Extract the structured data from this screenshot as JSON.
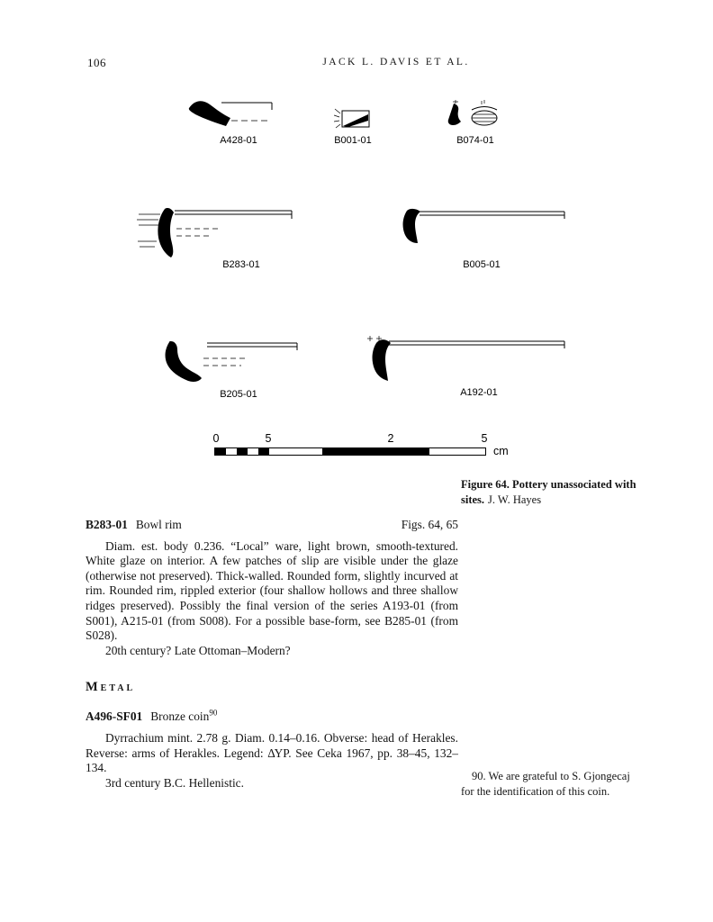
{
  "page": {
    "number": "106",
    "running_head": "JACK L. DAVIS ET AL."
  },
  "figure": {
    "sherds": [
      {
        "id": "A428-01"
      },
      {
        "id": "B001-01"
      },
      {
        "id": "B074-01"
      },
      {
        "id": "B283-01"
      },
      {
        "id": "B005-01"
      },
      {
        "id": "B205-01"
      },
      {
        "id": "A192-01"
      }
    ],
    "scale": {
      "ticks": [
        "0",
        "5",
        "2",
        "5"
      ],
      "unit": "cm"
    },
    "caption_bold": "Figure 64. Pottery unassociated with sites.",
    "caption_credit": "J. W. Hayes"
  },
  "entry1": {
    "id": "B283-01",
    "title": "Bowl rim",
    "figs": "Figs. 64, 65",
    "para1": "Diam. est. body 0.236. “Local” ware, light brown, smooth-textured. White glaze on interior. A few patches of slip are visible under the glaze (otherwise not preserved). Thick-walled. Rounded form, slightly incurved at rim. Rounded rim, rippled exterior (four shallow hollows and three shallow ridges preserved). Possibly the final version of the series A193-01 (from S001), A215-01 (from S008). For a possible base-form, see B285-01 (from S028).",
    "para2": "20th century? Late Ottoman–Modern?"
  },
  "section_heading": "Metal",
  "entry2": {
    "id": "A496-SF01",
    "title": "Bronze coin",
    "footnote_ref": "90",
    "para1": "Dyrrachium mint. 2.78 g. Diam. 0.14–0.16. Obverse: head of Herakles. Reverse: arms of Herakles. Legend: ΔΥΡ. See Ceka 1967, pp. 38–45, 132–134.",
    "para2": "3rd century B.C. Hellenistic."
  },
  "footnote": {
    "text": "90. We are grateful to S. Gjongecaj for the identification of this coin."
  }
}
